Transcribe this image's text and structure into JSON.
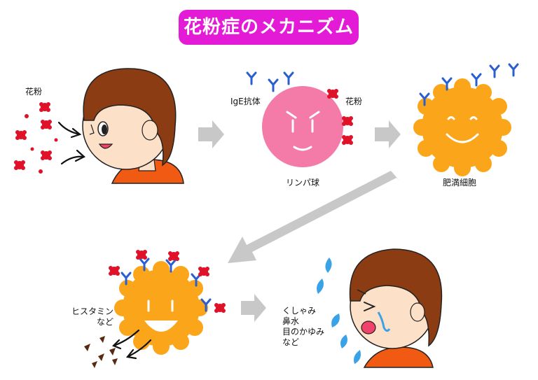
{
  "title": "花粉症のメカニズム",
  "labels": {
    "pollen_left": "花粉",
    "ige_antibody": "IgE抗体",
    "pollen_right": "花粉",
    "lymphocyte": "リンパ球",
    "mast_cell": "肥満細胞",
    "histamine_line1": "ヒスタミン",
    "histamine_line2": "など",
    "symptom_1": "くしゃみ",
    "symptom_2": "鼻水",
    "symptom_3": "目のかゆみ",
    "symptom_4": "など"
  },
  "colors": {
    "title_bg": "#e41bd6",
    "pollen": "#e0122a",
    "lymphocyte": "#f47aa8",
    "mast_cell": "#fba61a",
    "antibody": "#2a5fd0",
    "arrow": "#c8c8c8",
    "hair": "#8b3c12",
    "shirt": "#f15a12",
    "tears": "#3aa3e8"
  }
}
